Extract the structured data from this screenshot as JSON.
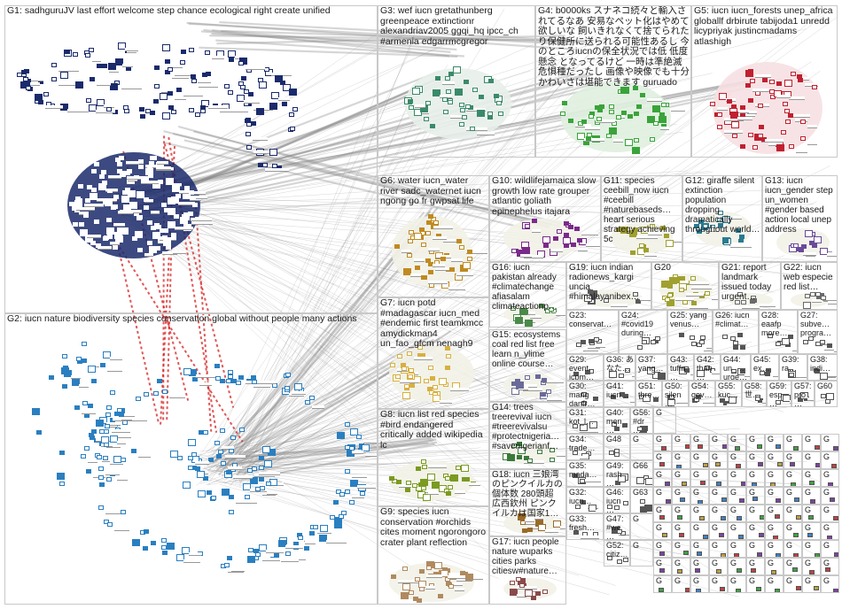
{
  "colors": {
    "background": "#ffffff",
    "group_border": "#c8c8c8",
    "edge_gray": "#8a8a8a",
    "edge_red": "#d42020",
    "g1": "#1a2a6b",
    "g2": "#2a7fc0",
    "g3": "#3a8a6a",
    "g4": "#3aa33a",
    "g5": "#c02030",
    "g6": "#c08a20",
    "g7": "#d8b040",
    "g8": "#7a9a20",
    "g9": "#b08a60",
    "g10": "#7a2a8a",
    "g11": "#a0a030",
    "g12": "#2a7a90",
    "g13": "#6a4a9a"
  },
  "groups": [
    {
      "id": "G1",
      "label": "G1: sadhguruJV last effort welcome step chance ecological right create unified",
      "color": "#1a2a6b"
    },
    {
      "id": "G2",
      "label": "G2: iucn nature biodiversity species conservation global without people many actions",
      "color": "#2a7fc0"
    },
    {
      "id": "G3",
      "label": "G3: wef iucn gretathunberg greenpeace extinctionr alexandriav2005 ggqi_hq ipcc_ch #armenia edgarrmcgregor",
      "color": "#3a8a6a"
    },
    {
      "id": "G4",
      "label": "G4: b0000ks スナネコ続々と輸入されてるなあ 安易なペット化はやめて欲しいな 飼いきれなくて捨てられたり保健所に送られる可能性あるし 今のところiucnの保全状況では低 低度懸念 となってるけど 一時は準絶滅危惧種だったし 画像や映像でも十分かわいさは堪能できます guruado",
      "color": "#3aa33a"
    },
    {
      "id": "G5",
      "label": "G5: iucn iucn_forests unep_africa globallf drbirute tabijoda1 unredd licypriyak justincmadams atlashigh",
      "color": "#c02030"
    },
    {
      "id": "G6",
      "label": "G6: water iucn_water river sadc_waternet iucn ngong go fr gwpsat life",
      "color": "#c08a20"
    },
    {
      "id": "G7",
      "label": "G7: iucn potd #madagascar iucn_med #endemic first teamkmcc amydickman4 un_fao_gfcm nenagh9",
      "color": "#d8b040"
    },
    {
      "id": "G8",
      "label": "G8: iucn list red species #bird endangered critically added wikipedia lc",
      "color": "#7a9a20"
    },
    {
      "id": "G9",
      "label": "G9: species iucn conservation #orchids cites moment ngorongoro crater plant reflection",
      "color": "#b08a60"
    },
    {
      "id": "G10",
      "label": "G10: wildlifejamaica slow growth low rate grouper atlantic goliath epinephelus itajara",
      "color": "#7a2a8a"
    },
    {
      "id": "G11",
      "label": "G11: species ceebill_now iucn #ceebill #naturebaseds… heart serious strategy achieving 5c",
      "color": "#a0a030"
    },
    {
      "id": "G12",
      "label": "G12: giraffe silent extinction population dropping dramatically throughout world…",
      "color": "#2a7a90"
    },
    {
      "id": "G13",
      "label": "G13: iucn iucn_gender step un_women #gender based action local unep address",
      "color": "#6a4a9a"
    },
    {
      "id": "G14",
      "label": "G14: trees treerevival iucn #treerevivalsu #protectnigeria… #savenigerianf…",
      "color": "#3a7a3a"
    },
    {
      "id": "G15",
      "label": "G15: ecosystems coal red list free learn n_ylime online course…",
      "color": "#6a6a9a"
    },
    {
      "id": "G16",
      "label": "G16: iucn pakistan already #climatechange afiasalam climateactionp…",
      "color": "#4a8a4a"
    },
    {
      "id": "G17",
      "label": "G17: iucn people nature wuparks cities parks citiesw#nature…",
      "color": "#8a4a4a"
    },
    {
      "id": "G18",
      "label": "G18: iucn 三娘湾のピンクイルカの個体数 280頭超 広西欽州 ピンクイルカは国家1…",
      "color": "#9a6a2a"
    },
    {
      "id": "G19",
      "label": "G19: iucn indian radionews_kargi uncia #himalayanibex…",
      "color": "#5a5a5a"
    },
    {
      "id": "G20",
      "label": "G20",
      "color": "#9a9a20"
    },
    {
      "id": "G21",
      "label": "G21: report landmark issued today urgent…",
      "color": "#6a6a6a"
    },
    {
      "id": "G22",
      "label": "G22: iucn web especie red list…",
      "color": "#6a6a6a"
    },
    {
      "id": "G23",
      "label": "G23: conservat…",
      "color": "#6a6a6a"
    },
    {
      "id": "G24",
      "label": "G24: #covid19 during…",
      "color": "#6a6a6a"
    },
    {
      "id": "G25",
      "label": "G25: yang venus…",
      "color": "#6a6a6a"
    },
    {
      "id": "G26",
      "label": "G26: iucn #climat…",
      "color": "#6a6a6a"
    },
    {
      "id": "G27",
      "label": "G27: subve… progra…",
      "color": "#6a6a6a"
    },
    {
      "id": "G28",
      "label": "G28: eaafp more…",
      "color": "#6a6a6a"
    },
    {
      "id": "G29",
      "label": "G29: event icpm…",
      "color": "#6a6a6a"
    },
    {
      "id": "G30",
      "label": "G30: mang danfr…",
      "color": "#6a6a6a"
    },
    {
      "id": "G31",
      "label": "G31: kot_l…",
      "color": "#6a6a6a"
    },
    {
      "id": "G32",
      "label": "G32: iucn…",
      "color": "#6a6a6a"
    },
    {
      "id": "G33",
      "label": "G33: fresh…",
      "color": "#6a6a6a"
    },
    {
      "id": "G34",
      "label": "G34: trade…",
      "color": "#6a6a6a"
    },
    {
      "id": "G35",
      "label": "G35: mada…",
      "color": "#6a6a6a"
    },
    {
      "id": "G36",
      "label": "G36: あなた…",
      "color": "#6a6a6a"
    },
    {
      "id": "G37",
      "label": "G37: yang…",
      "color": "#6a6a6a"
    },
    {
      "id": "G38",
      "label": "G38: indi…",
      "color": "#6a6a6a"
    },
    {
      "id": "G39",
      "label": "G39: ra…",
      "color": "#6a6a6a"
    },
    {
      "id": "G40",
      "label": "G40: men…",
      "color": "#6a6a6a"
    },
    {
      "id": "G41",
      "label": "G41: iucn…",
      "color": "#6a6a6a"
    },
    {
      "id": "G42",
      "label": "G42: than…",
      "color": "#6a6a6a"
    },
    {
      "id": "G43",
      "label": "G43: tuffn…",
      "color": "#6a6a6a"
    },
    {
      "id": "G44",
      "label": "G44: un_… urge…",
      "color": "#6a6a6a"
    },
    {
      "id": "G45",
      "label": "G45: ex…",
      "color": "#6a6a6a"
    },
    {
      "id": "G46",
      "label": "G46: iucn…",
      "color": "#6a6a6a"
    },
    {
      "id": "G47",
      "label": "G47: #we…",
      "color": "#6a6a6a"
    },
    {
      "id": "G48",
      "label": "G48",
      "color": "#6a6a6a"
    },
    {
      "id": "G49",
      "label": "G49: rash…",
      "color": "#6a6a6a"
    },
    {
      "id": "G50",
      "label": "G50: silen…",
      "color": "#6a6a6a"
    },
    {
      "id": "G51",
      "label": "G51: thre…",
      "color": "#6a6a6a"
    },
    {
      "id": "G52",
      "label": "G52: citiz…",
      "color": "#6a6a6a"
    },
    {
      "id": "G54",
      "label": "G54: gov…",
      "color": "#6a6a6a"
    },
    {
      "id": "G55",
      "label": "G55: kuc…",
      "color": "#6a6a6a"
    },
    {
      "id": "G56",
      "label": "G56: #dr…",
      "color": "#6a6a6a"
    },
    {
      "id": "G57",
      "label": "G57: pro…",
      "color": "#6a6a6a"
    },
    {
      "id": "G58",
      "label": "G58: 世…",
      "color": "#6a6a6a"
    },
    {
      "id": "G59",
      "label": "G59: esp…",
      "color": "#6a6a6a"
    },
    {
      "id": "G60",
      "label": "G60",
      "color": "#6a6a6a"
    },
    {
      "id": "G63",
      "label": "G63",
      "color": "#6a6a6a"
    },
    {
      "id": "G66",
      "label": "G66",
      "color": "#6a6a6a"
    },
    {
      "id": "G-",
      "label": "G",
      "color": "#6a6a6a"
    }
  ]
}
